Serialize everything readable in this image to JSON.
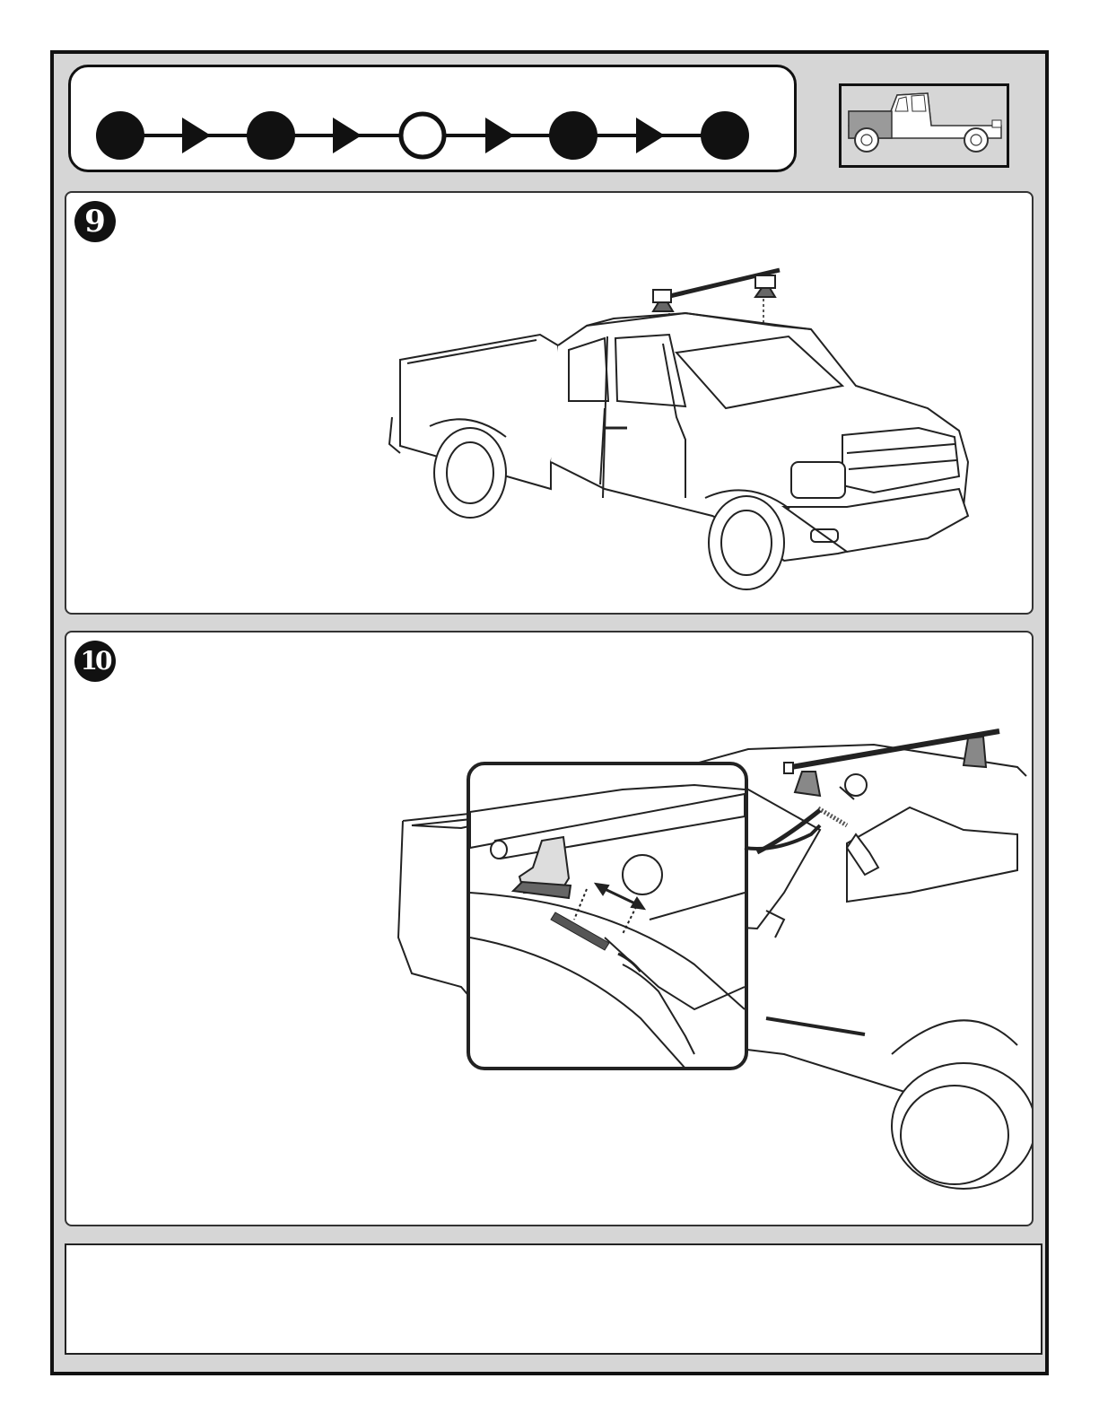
{
  "progress": {
    "steps": 5,
    "current_step": 3
  },
  "steps": [
    {
      "number": "9"
    },
    {
      "number": "10"
    }
  ],
  "notes": {
    "text": ""
  }
}
